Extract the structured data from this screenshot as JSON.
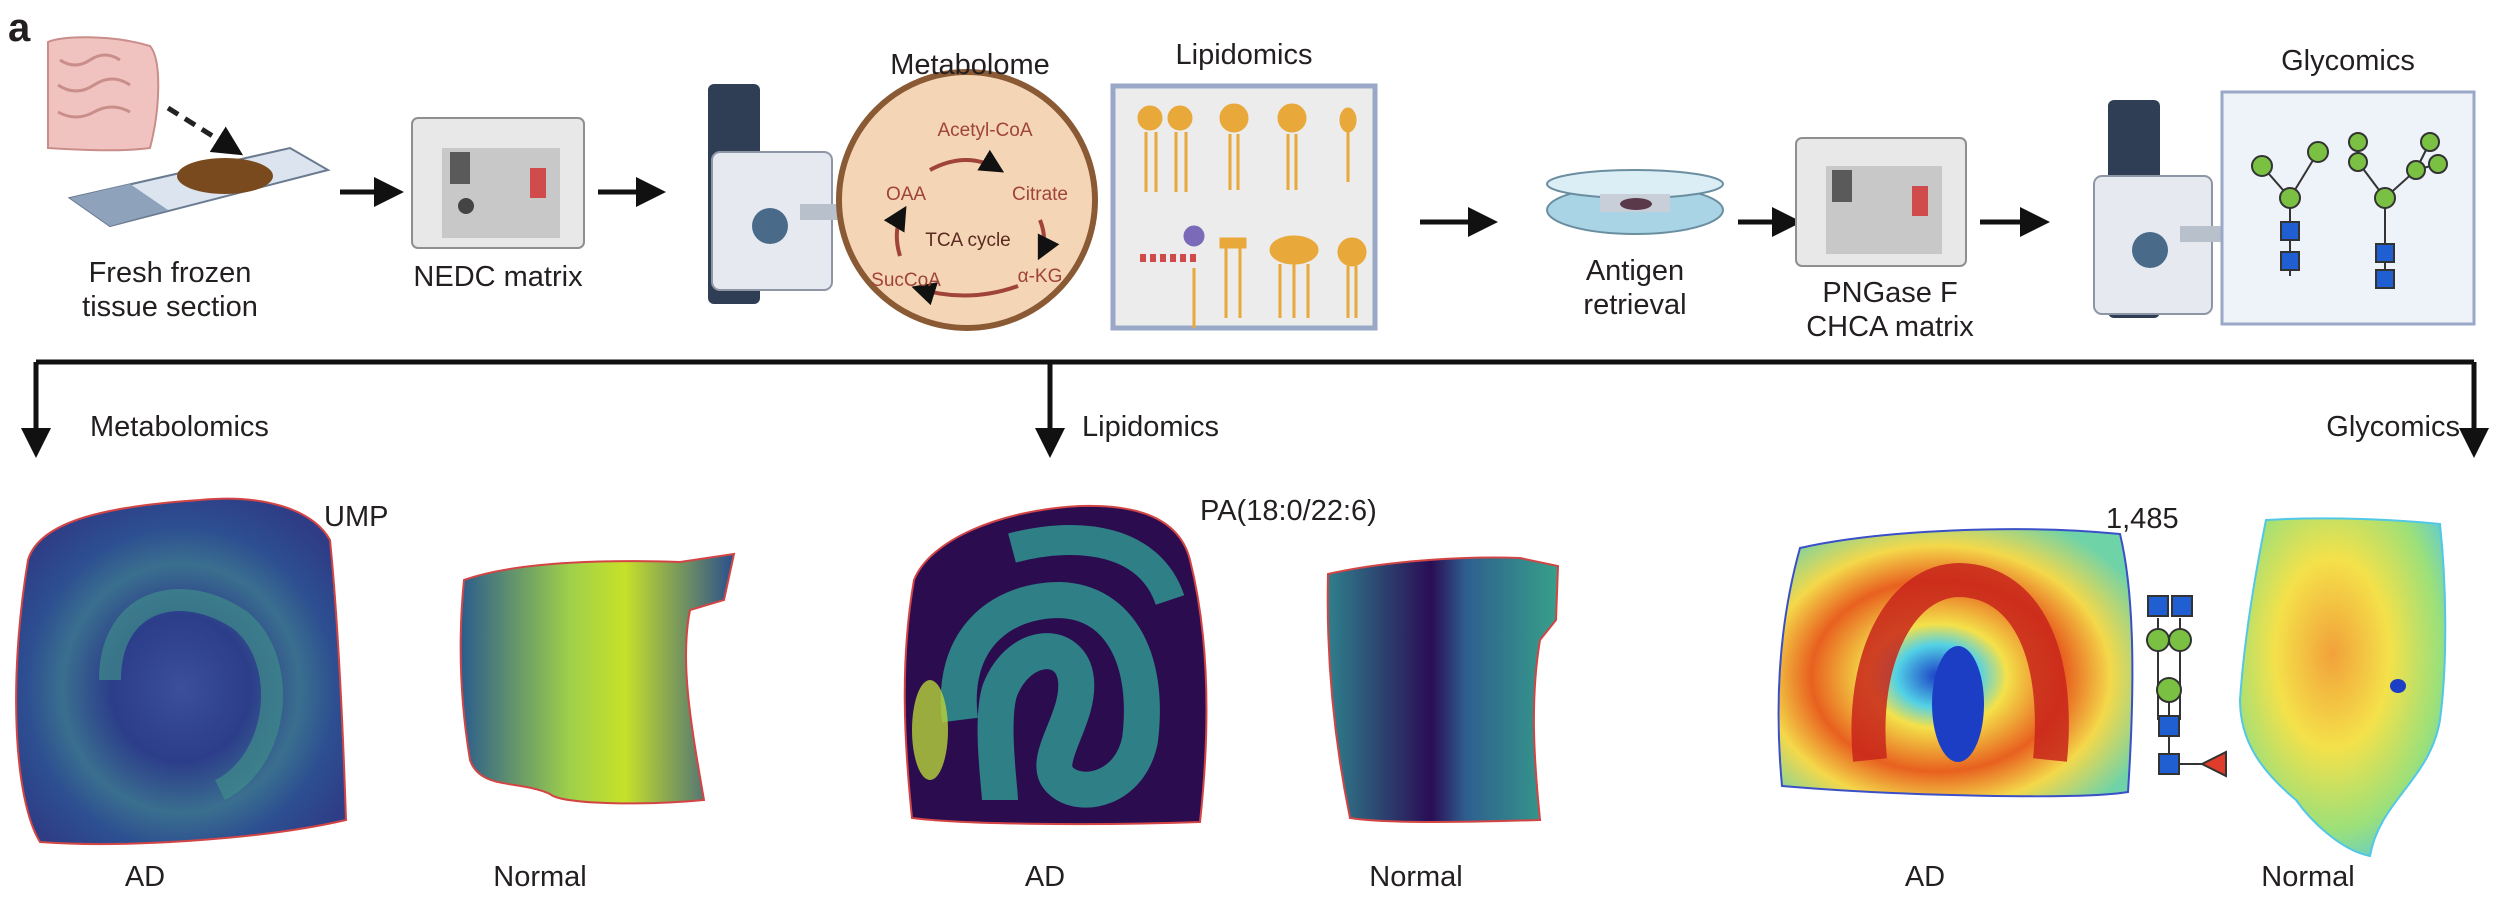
{
  "panel_letter": "a",
  "workflow": {
    "tissue_label_line1": "Fresh frozen",
    "tissue_label_line2": "tissue section",
    "nedc_label": "NEDC matrix",
    "metabolome_title": "Metabolome",
    "lipidomics_title": "Lipidomics",
    "antigen_line1": "Antigen",
    "antigen_line2": "retrieval",
    "pngase_line1": "PNGase F",
    "pngase_line2": "CHCA matrix",
    "glycomics_title": "Glycomics",
    "tca": {
      "acetyl": "Acetyl-CoA",
      "citrate": "Citrate",
      "oaa": "OAA",
      "cycle": "TCA cycle",
      "succoa": "SucCoA",
      "akg": "α-KG"
    }
  },
  "branches": {
    "metabolomics": "Metabolomics",
    "lipidomics": "Lipidomics",
    "glycomics": "Glycomics"
  },
  "images": {
    "metabolomics_marker": "UMP",
    "lipidomics_marker": "PA(18:0/22:6)",
    "glycomics_marker": "1,485",
    "ad_label": "AD",
    "normal_label": "Normal"
  },
  "colors": {
    "text": "#231f20",
    "tca_text": "#a0433a",
    "tca_circle_fill": "#f4d5b5",
    "tca_circle_stroke": "#8a5a34",
    "lipid_box_stroke": "#9aa8c8",
    "lipid_gold": "#e8a83a",
    "glycan_green": "#7ac143",
    "glycan_blue": "#1f5fd1",
    "glycan_fucose": "#e03c2c",
    "viridis_dark": "#2b0c4f",
    "viridis_mid": "#2b6e8e",
    "viridis_bright": "#c7e12a",
    "jet_red": "#c8241b",
    "jet_yellow": "#f4e14a",
    "jet_cyan": "#52d1e6",
    "jet_blue": "#1b3ec5"
  }
}
